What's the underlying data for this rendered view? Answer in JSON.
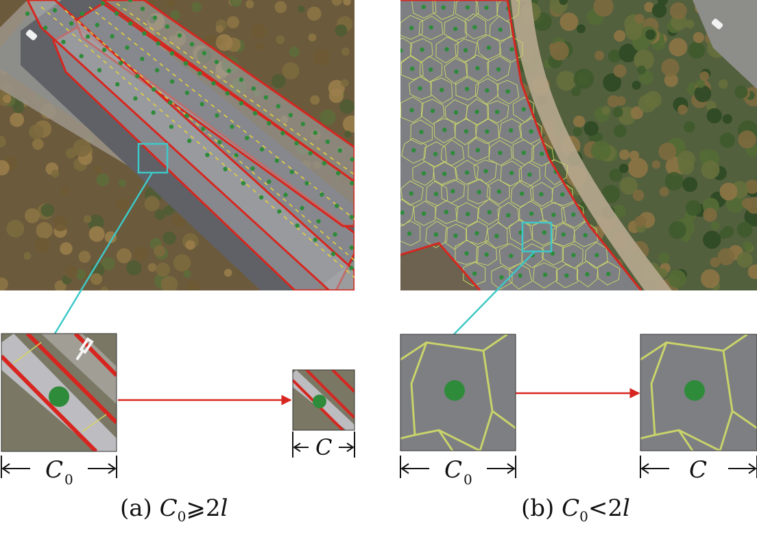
{
  "captions": {
    "a": {
      "prefix": "(a) ",
      "var": "C",
      "sub": "0",
      "rel": "⩾2",
      "var2": "l"
    },
    "b": {
      "prefix": "(b) ",
      "var": "C",
      "sub": "0",
      "rel": "<2",
      "var2": "l"
    }
  },
  "dimensions": {
    "a_input": {
      "main": "C",
      "sub": "0"
    },
    "a_output": {
      "main": "C"
    },
    "b_input": {
      "main": "C",
      "sub": "0"
    },
    "b_output": {
      "main": "C"
    }
  },
  "colors": {
    "boundary": "#d7261f",
    "point": "#2e8b3a",
    "highlight": "#3ec8c8",
    "cell_edge": "#c9d36a",
    "road": "#7d7f83",
    "arrow": "#d7261f"
  },
  "icons": {
    "arrow": "right-arrow-icon",
    "dimension": "double-headed-arrow-icon"
  }
}
